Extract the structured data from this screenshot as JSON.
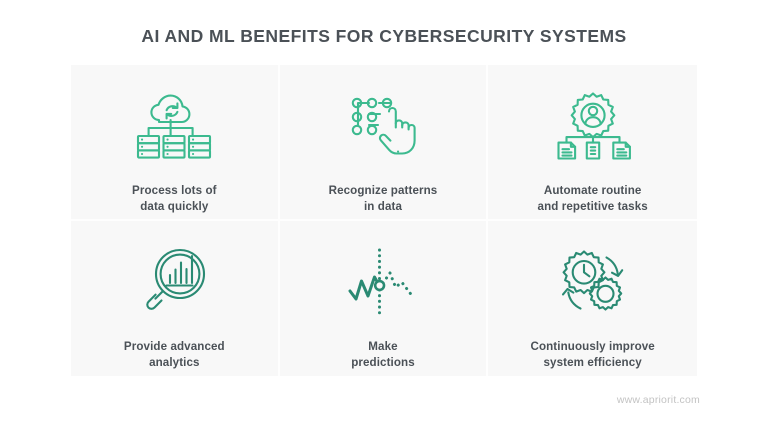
{
  "slide": {
    "title": "AI AND ML BENEFITS FOR CYBERSECURITY SYSTEMS",
    "background_color": "#ffffff",
    "panel_color": "#f8f8f8",
    "title_color": "#4b5157",
    "label_color": "#4b5157",
    "icon_color_top_row": "#3cba8f",
    "icon_color_bottom_row": "#2a8a73"
  },
  "benefits": [
    {
      "icon": "cloud-sync-servers-icon",
      "label": "Process lots of\ndata quickly",
      "color": "#3cba8f"
    },
    {
      "icon": "pattern-dots-hand-icon",
      "label": "Recognize patterns\nin data",
      "color": "#3cba8f"
    },
    {
      "icon": "gear-person-documents-icon",
      "label": "Automate routine\nand repetitive tasks",
      "color": "#3cba8f"
    },
    {
      "icon": "magnifier-bar-chart-icon",
      "label": "Provide advanced\nanalytics",
      "color": "#2a8a73"
    },
    {
      "icon": "prediction-line-chart-icon",
      "label": "Make\npredictions",
      "color": "#2a8a73"
    },
    {
      "icon": "clock-gears-cycle-icon",
      "label": "Continuously improve\nsystem efficiency",
      "color": "#2a8a73"
    }
  ],
  "footer": {
    "url": "www.apriorit.com"
  }
}
